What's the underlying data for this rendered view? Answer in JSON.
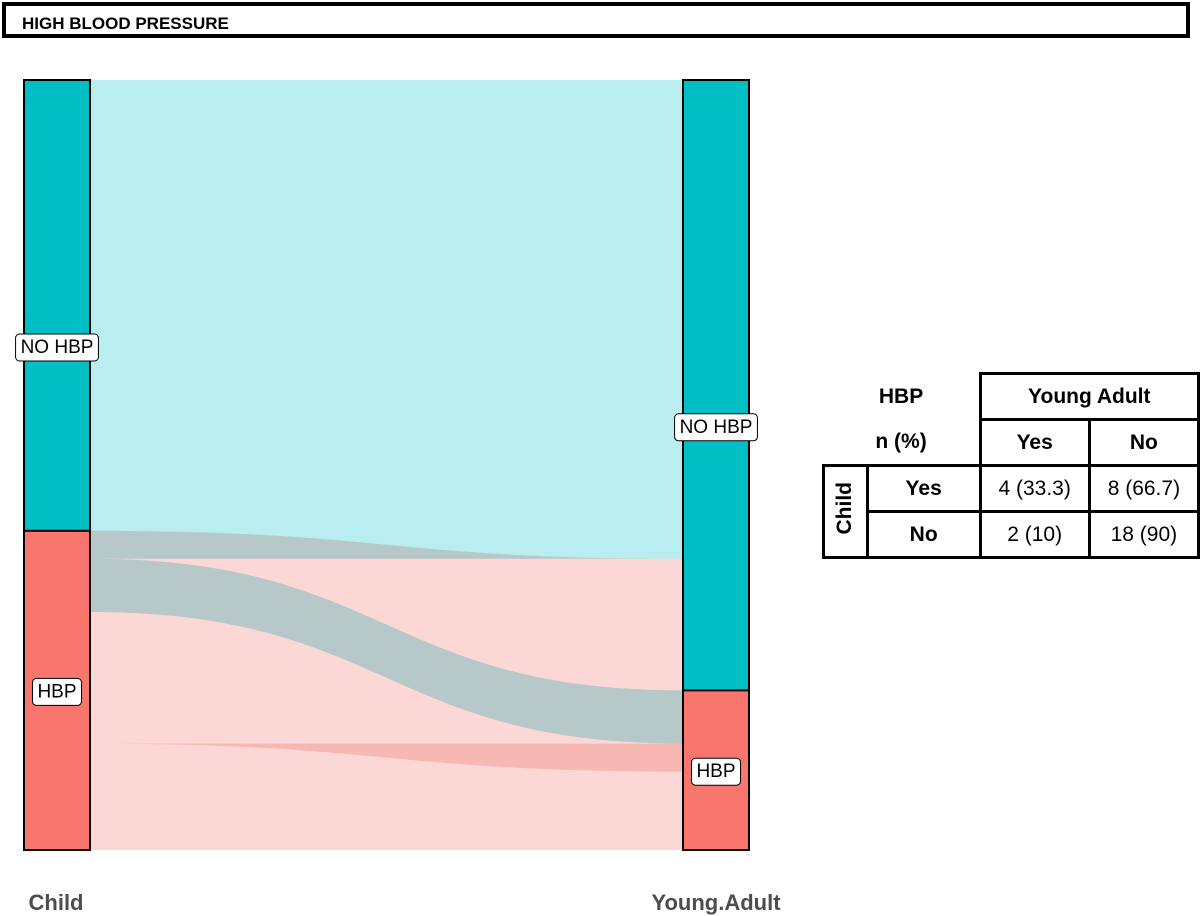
{
  "title": "HIGH BLOOD PRESSURE",
  "colors": {
    "no_hbp": "#00BFC4",
    "hbp": "#F8766D",
    "no_hbp_flow": "#7FDFE1",
    "hbp_flow": "#F8B8B4"
  },
  "chart_data": {
    "type": "sankey",
    "axes": [
      "Child",
      "Young.Adult"
    ],
    "nodes": {
      "Child": [
        {
          "id": "child-no",
          "label": "NO HBP",
          "count": 20,
          "color": "#00BFC4"
        },
        {
          "id": "child-hbp",
          "label": "HBP",
          "count": 12,
          "color": "#F8766D"
        }
      ],
      "Young.Adult": [
        {
          "id": "ya-no",
          "label": "NO HBP",
          "count": 26,
          "color": "#00BFC4"
        },
        {
          "id": "ya-hbp",
          "label": "HBP",
          "count": 6,
          "color": "#F8766D"
        }
      ]
    },
    "flows": [
      {
        "from": "NO HBP",
        "to": "NO HBP",
        "value": 18
      },
      {
        "from": "NO HBP",
        "to": "HBP",
        "value": 2
      },
      {
        "from": "HBP",
        "to": "NO HBP",
        "value": 8
      },
      {
        "from": "HBP",
        "to": "HBP",
        "value": 4
      }
    ]
  },
  "table": {
    "corner_line1": "HBP",
    "corner_line2": "n (%)",
    "col_group": "Young Adult",
    "cols": [
      "Yes",
      "No"
    ],
    "row_group": "Child",
    "rows": [
      {
        "label": "Yes",
        "cells": [
          "4 (33.3)",
          "8 (66.7)"
        ]
      },
      {
        "label": "No",
        "cells": [
          "2 (10)",
          "18 (90)"
        ]
      }
    ]
  }
}
